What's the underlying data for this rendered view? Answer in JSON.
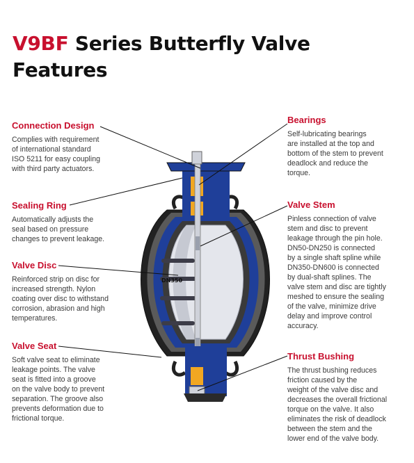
{
  "header": {
    "title_brand": "V9BF",
    "title_line1_rest": " Series Butterfly Valve",
    "title_line2": "Features"
  },
  "features": {
    "connection_design": {
      "title": "Connection Design",
      "desc": "Complies with requirement\nof international standard\nISO 5211 for easy coupling\nwith third party actuators."
    },
    "sealing_ring": {
      "title": "Sealing Ring",
      "desc": "Automatically adjusts the\nseal based on pressure\nchanges to prevent leakage."
    },
    "valve_disc": {
      "title": "Valve Disc",
      "desc": "Reinforced strip on disc for\nincreased strength. Nylon\ncoating over disc to withstand\ncorrosion, abrasion and high\ntemperatures."
    },
    "valve_seat": {
      "title": "Valve Seat",
      "desc": "Soft valve seat to eliminate\nleakage points. The valve\nseat is fitted into a groove\non the valve body to prevent\nseparation. The groove also\nprevents deformation due to\nfrictional torque."
    },
    "bearings": {
      "title": "Bearings",
      "desc": "Self-lubricating bearings\nare installed at the top and\nbottom of the stem to prevent\ndeadlock and reduce the\ntorque."
    },
    "valve_stem": {
      "title": "Valve Stem",
      "desc": "Pinless connection of valve\nstem and disc to prevent\nleakage through the pin hole.\nDN50-DN250 is connected\nby a single shaft spline while\nDN350-DN600 is connected\nby dual-shaft splines. The\nvalve stem and disc are tightly\nmeshed to ensure the sealing\nof the valve, minimize drive\ndelay and improve control\naccuracy."
    },
    "thrust_bushing": {
      "title": "Thrust Bushing",
      "desc": "The thrust bushing reduces\nfriction caused by the\nweight of the valve disc and\ndecreases the overall frictional\ntorque on the valve. It also\neliminates the risk of deadlock\nbetween the stem and the\nlower end of the valve body."
    }
  },
  "diagram": {
    "disc_marking": "DN350"
  },
  "colors": {
    "brand_red": "#c8102e",
    "valve_blue": "#1f3f99",
    "bearing_orange": "#f1a722",
    "seat_dark": "#3a3a3a"
  }
}
